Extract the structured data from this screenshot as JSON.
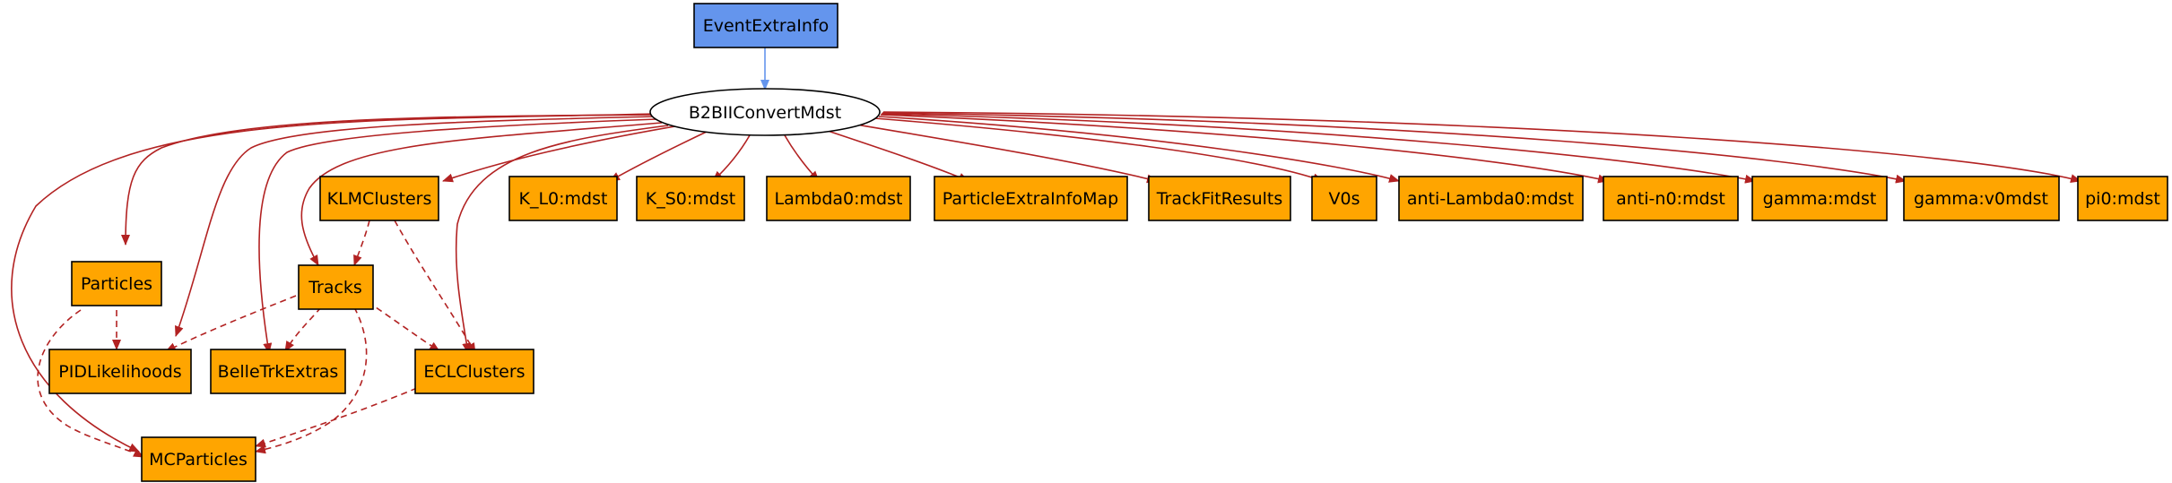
{
  "colors": {
    "source_node_fill": "#6495ed",
    "module_node_fill": "#ffffff",
    "store_node_fill": "#ffa500",
    "node_stroke": "#000000",
    "input_edge": "#6495ed",
    "output_edge": "#b22222"
  },
  "nodes": {
    "eventextrainfo": "EventExtraInfo",
    "b2biiconvertmdst": "B2BIIConvertMdst",
    "klmclusters": "KLMClusters",
    "k_l0_mdst": "K_L0:mdst",
    "k_s0_mdst": "K_S0:mdst",
    "lambda0_mdst": "Lambda0:mdst",
    "particleextrainfomap": "ParticleExtraInfoMap",
    "trackfitresults": "TrackFitResults",
    "v0s": "V0s",
    "anti_lambda0_mdst": "anti-Lambda0:mdst",
    "anti_n0_mdst": "anti-n0:mdst",
    "gamma_mdst": "gamma:mdst",
    "gamma_v0mdst": "gamma:v0mdst",
    "pi0_mdst": "pi0:mdst",
    "particles": "Particles",
    "tracks": "Tracks",
    "pidlikelihoods": "PIDLikelihoods",
    "belletrkextras": "BelleTrkExtras",
    "eclclusters": "ECLClusters",
    "mcparticles": "MCParticles"
  },
  "edges": [
    {
      "from": "EventExtraInfo",
      "to": "B2BIIConvertMdst",
      "style": "solid",
      "color": "#6495ed"
    },
    {
      "from": "B2BIIConvertMdst",
      "to": "KLMClusters",
      "style": "solid",
      "color": "#b22222"
    },
    {
      "from": "B2BIIConvertMdst",
      "to": "K_L0:mdst",
      "style": "solid",
      "color": "#b22222"
    },
    {
      "from": "B2BIIConvertMdst",
      "to": "K_S0:mdst",
      "style": "solid",
      "color": "#b22222"
    },
    {
      "from": "B2BIIConvertMdst",
      "to": "Lambda0:mdst",
      "style": "solid",
      "color": "#b22222"
    },
    {
      "from": "B2BIIConvertMdst",
      "to": "ParticleExtraInfoMap",
      "style": "solid",
      "color": "#b22222"
    },
    {
      "from": "B2BIIConvertMdst",
      "to": "TrackFitResults",
      "style": "solid",
      "color": "#b22222"
    },
    {
      "from": "B2BIIConvertMdst",
      "to": "V0s",
      "style": "solid",
      "color": "#b22222"
    },
    {
      "from": "B2BIIConvertMdst",
      "to": "anti-Lambda0:mdst",
      "style": "solid",
      "color": "#b22222"
    },
    {
      "from": "B2BIIConvertMdst",
      "to": "anti-n0:mdst",
      "style": "solid",
      "color": "#b22222"
    },
    {
      "from": "B2BIIConvertMdst",
      "to": "gamma:mdst",
      "style": "solid",
      "color": "#b22222"
    },
    {
      "from": "B2BIIConvertMdst",
      "to": "gamma:v0mdst",
      "style": "solid",
      "color": "#b22222"
    },
    {
      "from": "B2BIIConvertMdst",
      "to": "pi0:mdst",
      "style": "solid",
      "color": "#b22222"
    },
    {
      "from": "B2BIIConvertMdst",
      "to": "Particles",
      "style": "solid",
      "color": "#b22222"
    },
    {
      "from": "B2BIIConvertMdst",
      "to": "Tracks",
      "style": "solid",
      "color": "#b22222"
    },
    {
      "from": "B2BIIConvertMdst",
      "to": "PIDLikelihoods",
      "style": "solid",
      "color": "#b22222"
    },
    {
      "from": "B2BIIConvertMdst",
      "to": "BelleTrkExtras",
      "style": "solid",
      "color": "#b22222"
    },
    {
      "from": "B2BIIConvertMdst",
      "to": "ECLClusters",
      "style": "solid",
      "color": "#b22222"
    },
    {
      "from": "B2BIIConvertMdst",
      "to": "MCParticles",
      "style": "solid",
      "color": "#b22222"
    },
    {
      "from": "KLMClusters",
      "to": "Tracks",
      "style": "dashed",
      "color": "#b22222"
    },
    {
      "from": "KLMClusters",
      "to": "ECLClusters",
      "style": "dashed",
      "color": "#b22222"
    },
    {
      "from": "Particles",
      "to": "PIDLikelihoods",
      "style": "dashed",
      "color": "#b22222"
    },
    {
      "from": "Particles",
      "to": "MCParticles",
      "style": "dashed",
      "color": "#b22222"
    },
    {
      "from": "Tracks",
      "to": "PIDLikelihoods",
      "style": "dashed",
      "color": "#b22222"
    },
    {
      "from": "Tracks",
      "to": "BelleTrkExtras",
      "style": "dashed",
      "color": "#b22222"
    },
    {
      "from": "Tracks",
      "to": "ECLClusters",
      "style": "dashed",
      "color": "#b22222"
    },
    {
      "from": "Tracks",
      "to": "MCParticles",
      "style": "dashed",
      "color": "#b22222"
    },
    {
      "from": "ECLClusters",
      "to": "MCParticles",
      "style": "dashed",
      "color": "#b22222"
    }
  ]
}
